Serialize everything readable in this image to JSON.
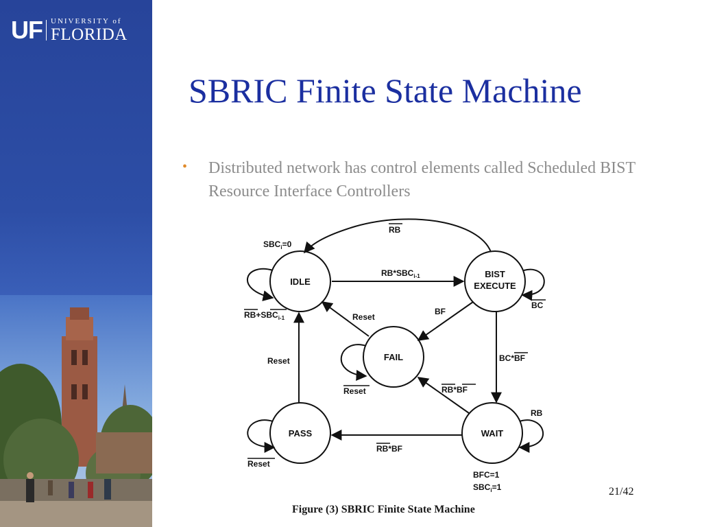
{
  "logo": {
    "mark": "UF",
    "university": "UNIVERSITY of",
    "name": "FLORIDA"
  },
  "slide": {
    "title": "SBRIC Finite State Machine",
    "bullet": "Distributed network has control elements called Scheduled BIST Resource Interface Controllers",
    "page_number": "21/42"
  },
  "figure": {
    "caption": "Figure (3) SBRIC Finite State Machine",
    "states": {
      "idle": "IDLE",
      "bist_line1": "BIST",
      "bist_line2": "EXECUTE",
      "fail": "FAIL",
      "pass": "PASS",
      "wait": "WAIT"
    },
    "labels": {
      "rb_top": "RB",
      "sbc_zero_main": "SBC",
      "sbc_zero_sub": "i",
      "sbc_zero_tail": "=0",
      "rb_sbc_main": "RB*SBC",
      "rb_sbc_sub": "i-1",
      "rb_plus_main_rb": "RB",
      "rb_plus_plus": "+",
      "rb_plus_sbc": "SBC",
      "rb_plus_sub": "i-1",
      "bc": "BC",
      "bf": "BF",
      "reset_fail_idle": "Reset",
      "reset_pass_idle": "Reset",
      "reset_fail_self": "Reset",
      "reset_pass_self": "Reset",
      "bc_bf_bc": "BC*",
      "bc_bf_bf": "BF",
      "rb_bf_wait_fail_rb": "RB",
      "rb_bf_wait_fail_star": "*",
      "rb_bf_wait_fail_bf": "BF",
      "rb_bf_wait_pass_rb": "RB",
      "rb_bf_wait_pass_tail": "*BF",
      "rb_wait_self": "RB",
      "bfc": "BFC=1",
      "sbc_one_main": "SBC",
      "sbc_one_sub": "i",
      "sbc_one_tail": "=1"
    }
  },
  "colors": {
    "title": "#1b2fa0",
    "bullet_text": "#8c8c8c",
    "bullet_dot": "#e08a2a",
    "sidebar": "#2d4ea6"
  }
}
